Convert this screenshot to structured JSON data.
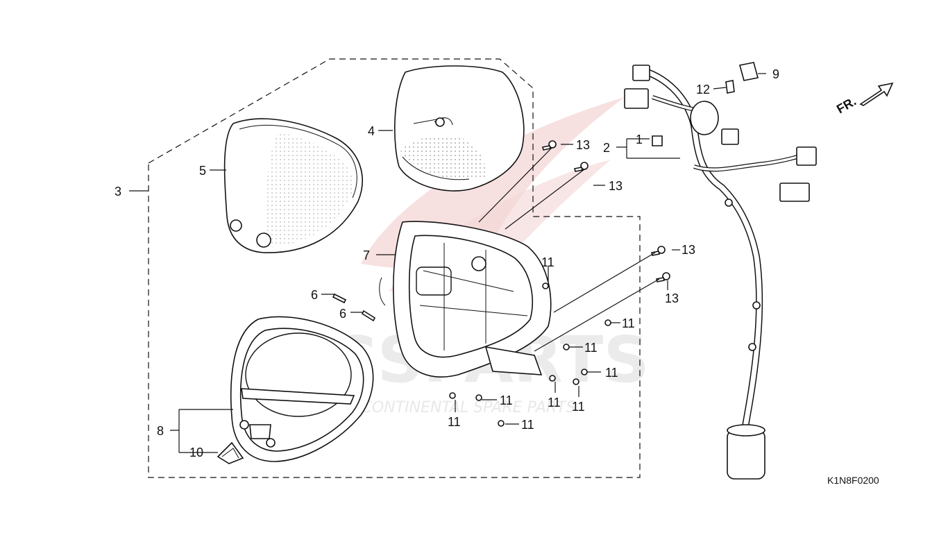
{
  "diagram": {
    "code": "K1N8F0200",
    "direction_label": "FR.",
    "watermark": {
      "brand": "ICSPARTS",
      "tagline": "INTERCONTINENTAL SPARE PARTS"
    },
    "callouts": {
      "c1": "1",
      "c2": "2",
      "c3": "3",
      "c4": "4",
      "c5": "5",
      "c6a": "6",
      "c6b": "6",
      "c7": "7",
      "c8": "8",
      "c9": "9",
      "c10": "10",
      "c12": "12",
      "c11a": "11",
      "c11b": "11",
      "c11c": "11",
      "c11d": "11",
      "c11e": "11",
      "c11f": "11",
      "c11g": "11",
      "c11h": "11",
      "c11i": "11",
      "c13a": "13",
      "c13b": "13",
      "c13c": "13",
      "c13d": "13"
    },
    "colors": {
      "watermark_red": "#e8b4b4",
      "watermark_grey": "#e0e0e0",
      "ink": "#111111"
    }
  }
}
